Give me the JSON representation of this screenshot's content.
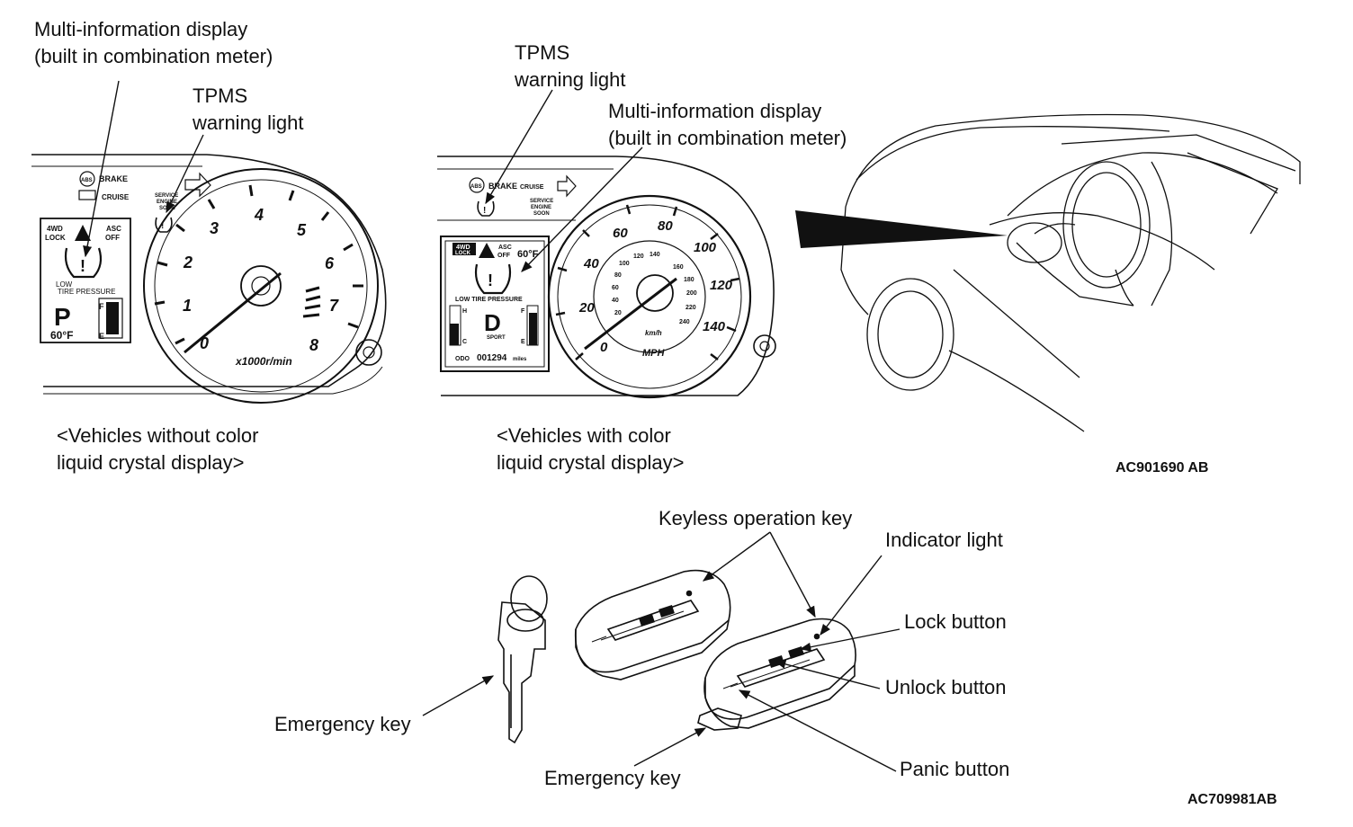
{
  "top_labels": {
    "left_mid_1": "Multi-information display",
    "left_mid_2": "(built in combination meter)",
    "left_tpms_1": "TPMS",
    "left_tpms_2": "warning light",
    "center_tpms_1": "TPMS",
    "center_tpms_2": "warning light",
    "center_mid_1": "Multi-information display",
    "center_mid_2": "(built in combination meter)",
    "caption_left_1": "<Vehicles without color",
    "caption_left_2": "liquid crystal display>",
    "caption_center_1": "<Vehicles with color",
    "caption_center_2": "liquid crystal display>",
    "code_top": "AC901690 AB"
  },
  "bottom_labels": {
    "keyless_key": "Keyless operation key",
    "indicator_light": "Indicator light",
    "lock_button": "Lock button",
    "unlock_button": "Unlock button",
    "panic_button": "Panic button",
    "emergency_key_1": "Emergency key",
    "emergency_key_2": "Emergency key",
    "code_bottom": "AC709981AB"
  },
  "meter_left": {
    "tach_numbers": [
      "0",
      "1",
      "2",
      "3",
      "4",
      "5",
      "6",
      "7",
      "8"
    ],
    "tach_unit": "x1000r/min",
    "lcd_4wd": "4WD",
    "lcd_lock": "LOCK",
    "lcd_asc": "ASC",
    "lcd_off": "OFF",
    "lcd_low": "LOW",
    "lcd_tire_pressure": "TIRE PRESSURE",
    "lcd_gear": "P",
    "lcd_temp": "60°F",
    "lcd_f": "F",
    "lcd_e": "E",
    "tell_brake": "BRAKE",
    "tell_abs": "ABS",
    "tell_cruise": "CRUISE",
    "tell_service_1": "SERVICE",
    "tell_service_2": "ENGINE",
    "tell_service_3": "SOON"
  },
  "meter_center": {
    "mph_numbers": [
      "0",
      "20",
      "40",
      "60",
      "80",
      "100",
      "120",
      "140"
    ],
    "kmh_numbers": [
      "20",
      "40",
      "60",
      "80",
      "100",
      "120",
      "140",
      "160",
      "180",
      "200",
      "220",
      "240"
    ],
    "kmh_unit": "km/h",
    "mph_unit": "MPH",
    "lcd_4wd": "4WD",
    "lcd_lock": "LOCK",
    "lcd_asc": "ASC",
    "lcd_off": "OFF",
    "lcd_temp": "60°F",
    "lcd_low_tire": "LOW TIRE PRESSURE",
    "lcd_gear": "D",
    "lcd_sport": "SPORT",
    "lcd_h": "H",
    "lcd_c": "C",
    "lcd_f": "F",
    "lcd_e": "E",
    "lcd_odo": "ODO",
    "lcd_odo_value": "001294",
    "lcd_odo_unit": "miles",
    "tell_brake": "BRAKE",
    "tell_abs": "ABS",
    "tell_cruise": "CRUISE",
    "tell_service_1": "SERVICE",
    "tell_service_2": "ENGINE",
    "tell_service_3": "SOON"
  }
}
